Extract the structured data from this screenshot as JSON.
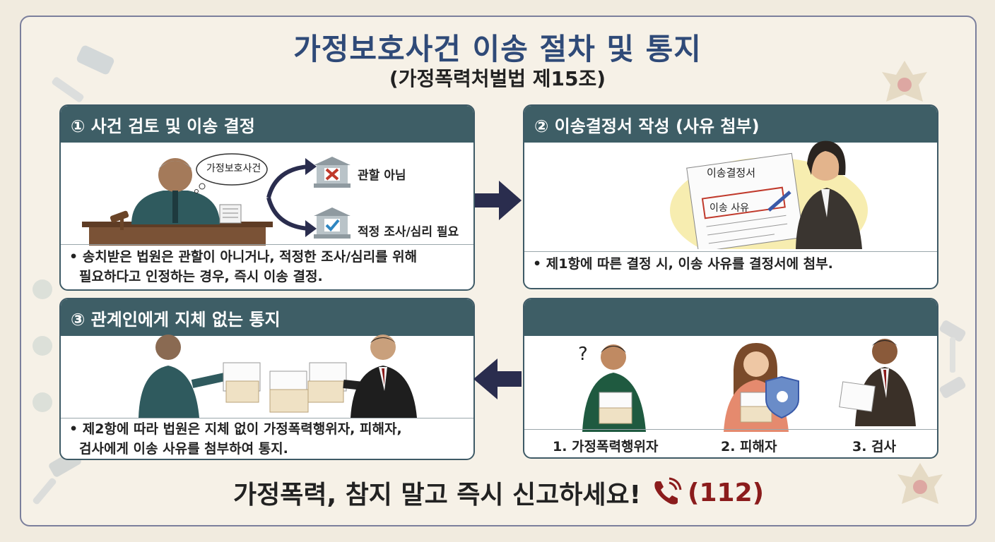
{
  "title": "가정보호사건 이송 절차 및 통지",
  "subtitle": "(가정폭력처벌법 제15조)",
  "step1": {
    "heading": "① 사건 검토 및 이송 결정",
    "bubble": "가정보호사건",
    "option1": "관할 아님",
    "option2": "적정 조사/심리 필요",
    "note_line1": "• 송치받은 법원은 관할이 아니거나, 적정한 조사/심리를 위해",
    "note_line2": "필요하다고 인정하는 경우, 즉시 이송 결정."
  },
  "step2": {
    "heading": "② 이송결정서 작성 (사유 첨부)",
    "doc_title": "이송결정서",
    "doc_field": "이송 사유",
    "note": "• 제1항에 따른 결정 시, 이송 사유를 결정서에 첨부."
  },
  "step3": {
    "heading": "③ 관계인에게 지체 없는 통지",
    "note_line1": "• 제2항에 따라 법원은 지체 없이 가정폭력행위자, 피해자,",
    "note_line2": "검사에게 이송 사유를 첨부하여 통지."
  },
  "step4": {
    "recipients": [
      "1. 가정폭력행위자",
      "2. 피해자",
      "3. 검사"
    ]
  },
  "footer": {
    "slogan": "가정폭력, 참지 말고 즉시 신고하세요!",
    "number": "(112)"
  },
  "icons": {
    "phone": "phone-icon",
    "reject": "x-mark-icon",
    "approve": "check-mark-icon"
  },
  "colors": {
    "header_bg": "#3e5e66",
    "title": "#2f4a78",
    "arrow": "#2a2d4e",
    "accent_red": "#8b1c1c"
  }
}
